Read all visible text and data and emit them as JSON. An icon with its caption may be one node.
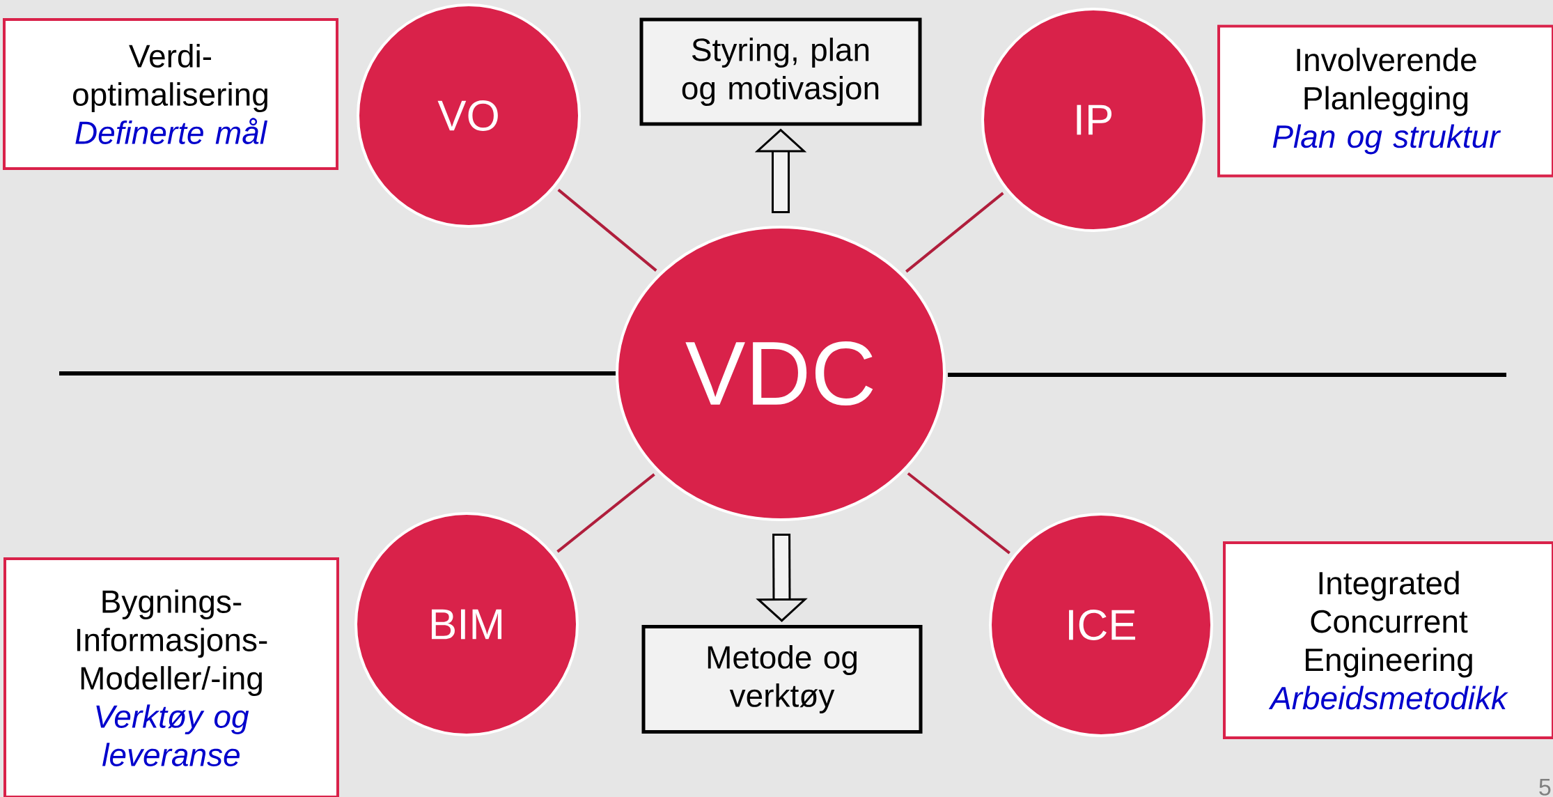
{
  "diagram": {
    "nodes": [
      {
        "text": [
          "Verdi- optimalisering",
          "Definerte mål"
        ]
      },
      {
        "text": [
          "VO"
        ]
      },
      {
        "text": [
          "Styring, plan og motivasjon"
        ]
      },
      {
        "text": [
          "IP"
        ]
      },
      {
        "text": [
          "Involverende Planlegging",
          "Plan og struktur"
        ]
      },
      {
        "text": [
          "VDC"
        ]
      },
      {
        "text": [
          "Bygnings- Informasjons- Modeller/-ing",
          "Verktøy og leveranse"
        ]
      },
      {
        "text": [
          "BIM"
        ]
      },
      {
        "text": [
          "Metode og verktøy"
        ]
      },
      {
        "text": [
          "ICE"
        ]
      },
      {
        "text": [
          "Integrated Concurrent Engineering",
          "Arbeidsmetodikk"
        ]
      }
    ],
    "edges": [
      {
        "from": 5,
        "to": 1,
        "arrow": "none"
      },
      {
        "from": 5,
        "to": 3,
        "arrow": "none"
      },
      {
        "from": 5,
        "to": 7,
        "arrow": "none"
      },
      {
        "from": 5,
        "to": 9,
        "arrow": "none"
      },
      {
        "from": 5,
        "to": 2,
        "arrow": "to",
        "style": "thick",
        "color": "#000000"
      },
      {
        "from": 5,
        "to": 8,
        "arrow": "to",
        "style": "thick",
        "color": "#000000"
      }
    ],
    "labels": [
      "5"
    ]
  }
}
